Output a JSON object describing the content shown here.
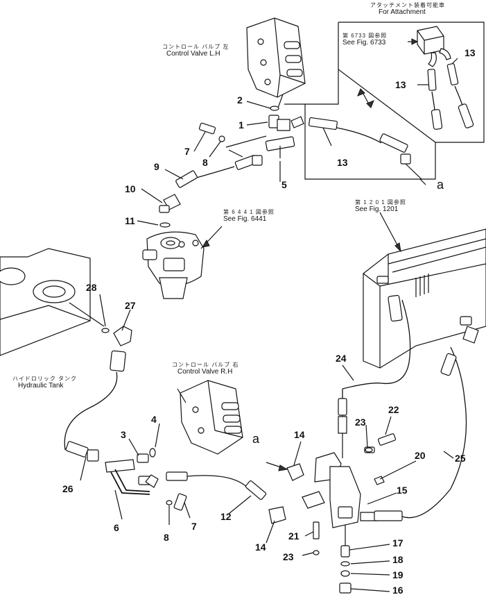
{
  "callouts": {
    "attachment": {
      "jp": "アタッチメント装着可能車",
      "en": "For Attachment"
    },
    "see_6733": {
      "jp": "第 6733 図参照",
      "en": "See Fig. 6733"
    },
    "control_valve_lh": {
      "jp": "コントロール バルブ 左",
      "en": "Control Valve L.H"
    },
    "see_6441": {
      "jp": "第 6 4 4 1 図参照",
      "en": "See Fig. 6441"
    },
    "see_1201": {
      "jp": "第 1 2 0 1 図参照",
      "en": "See Fig. 1201"
    },
    "hydraulic_tank": {
      "jp": "ハイドロリック タンク",
      "en": "Hydraulic Tank"
    },
    "control_valve_rh": {
      "jp": "コントロール バルブ 右",
      "en": "Control Valve R.H"
    }
  },
  "part_numbers": {
    "p1": "1",
    "p2": "2",
    "p4": "4",
    "p3": "3",
    "p5": "5",
    "p6": "6",
    "p7a": "7",
    "p7b": "7",
    "p8a": "8",
    "p8b": "8",
    "p9": "9",
    "p10": "10",
    "p11": "11",
    "p12": "12",
    "p13a": "13",
    "p13b": "13",
    "p13c": "13",
    "p14a": "14",
    "p14b": "14",
    "p15": "15",
    "p16": "16",
    "p17": "17",
    "p18": "18",
    "p19": "19",
    "p20": "20",
    "p21": "21",
    "p22": "22",
    "p23a": "23",
    "p23b": "23",
    "p24": "24",
    "p25": "25",
    "p26": "26",
    "p27": "27",
    "p28": "28"
  },
  "connection_marks": {
    "a_top": "a",
    "a_mid": "a"
  },
  "colors": {
    "ink": "#111111",
    "paper": "#ffffff"
  }
}
